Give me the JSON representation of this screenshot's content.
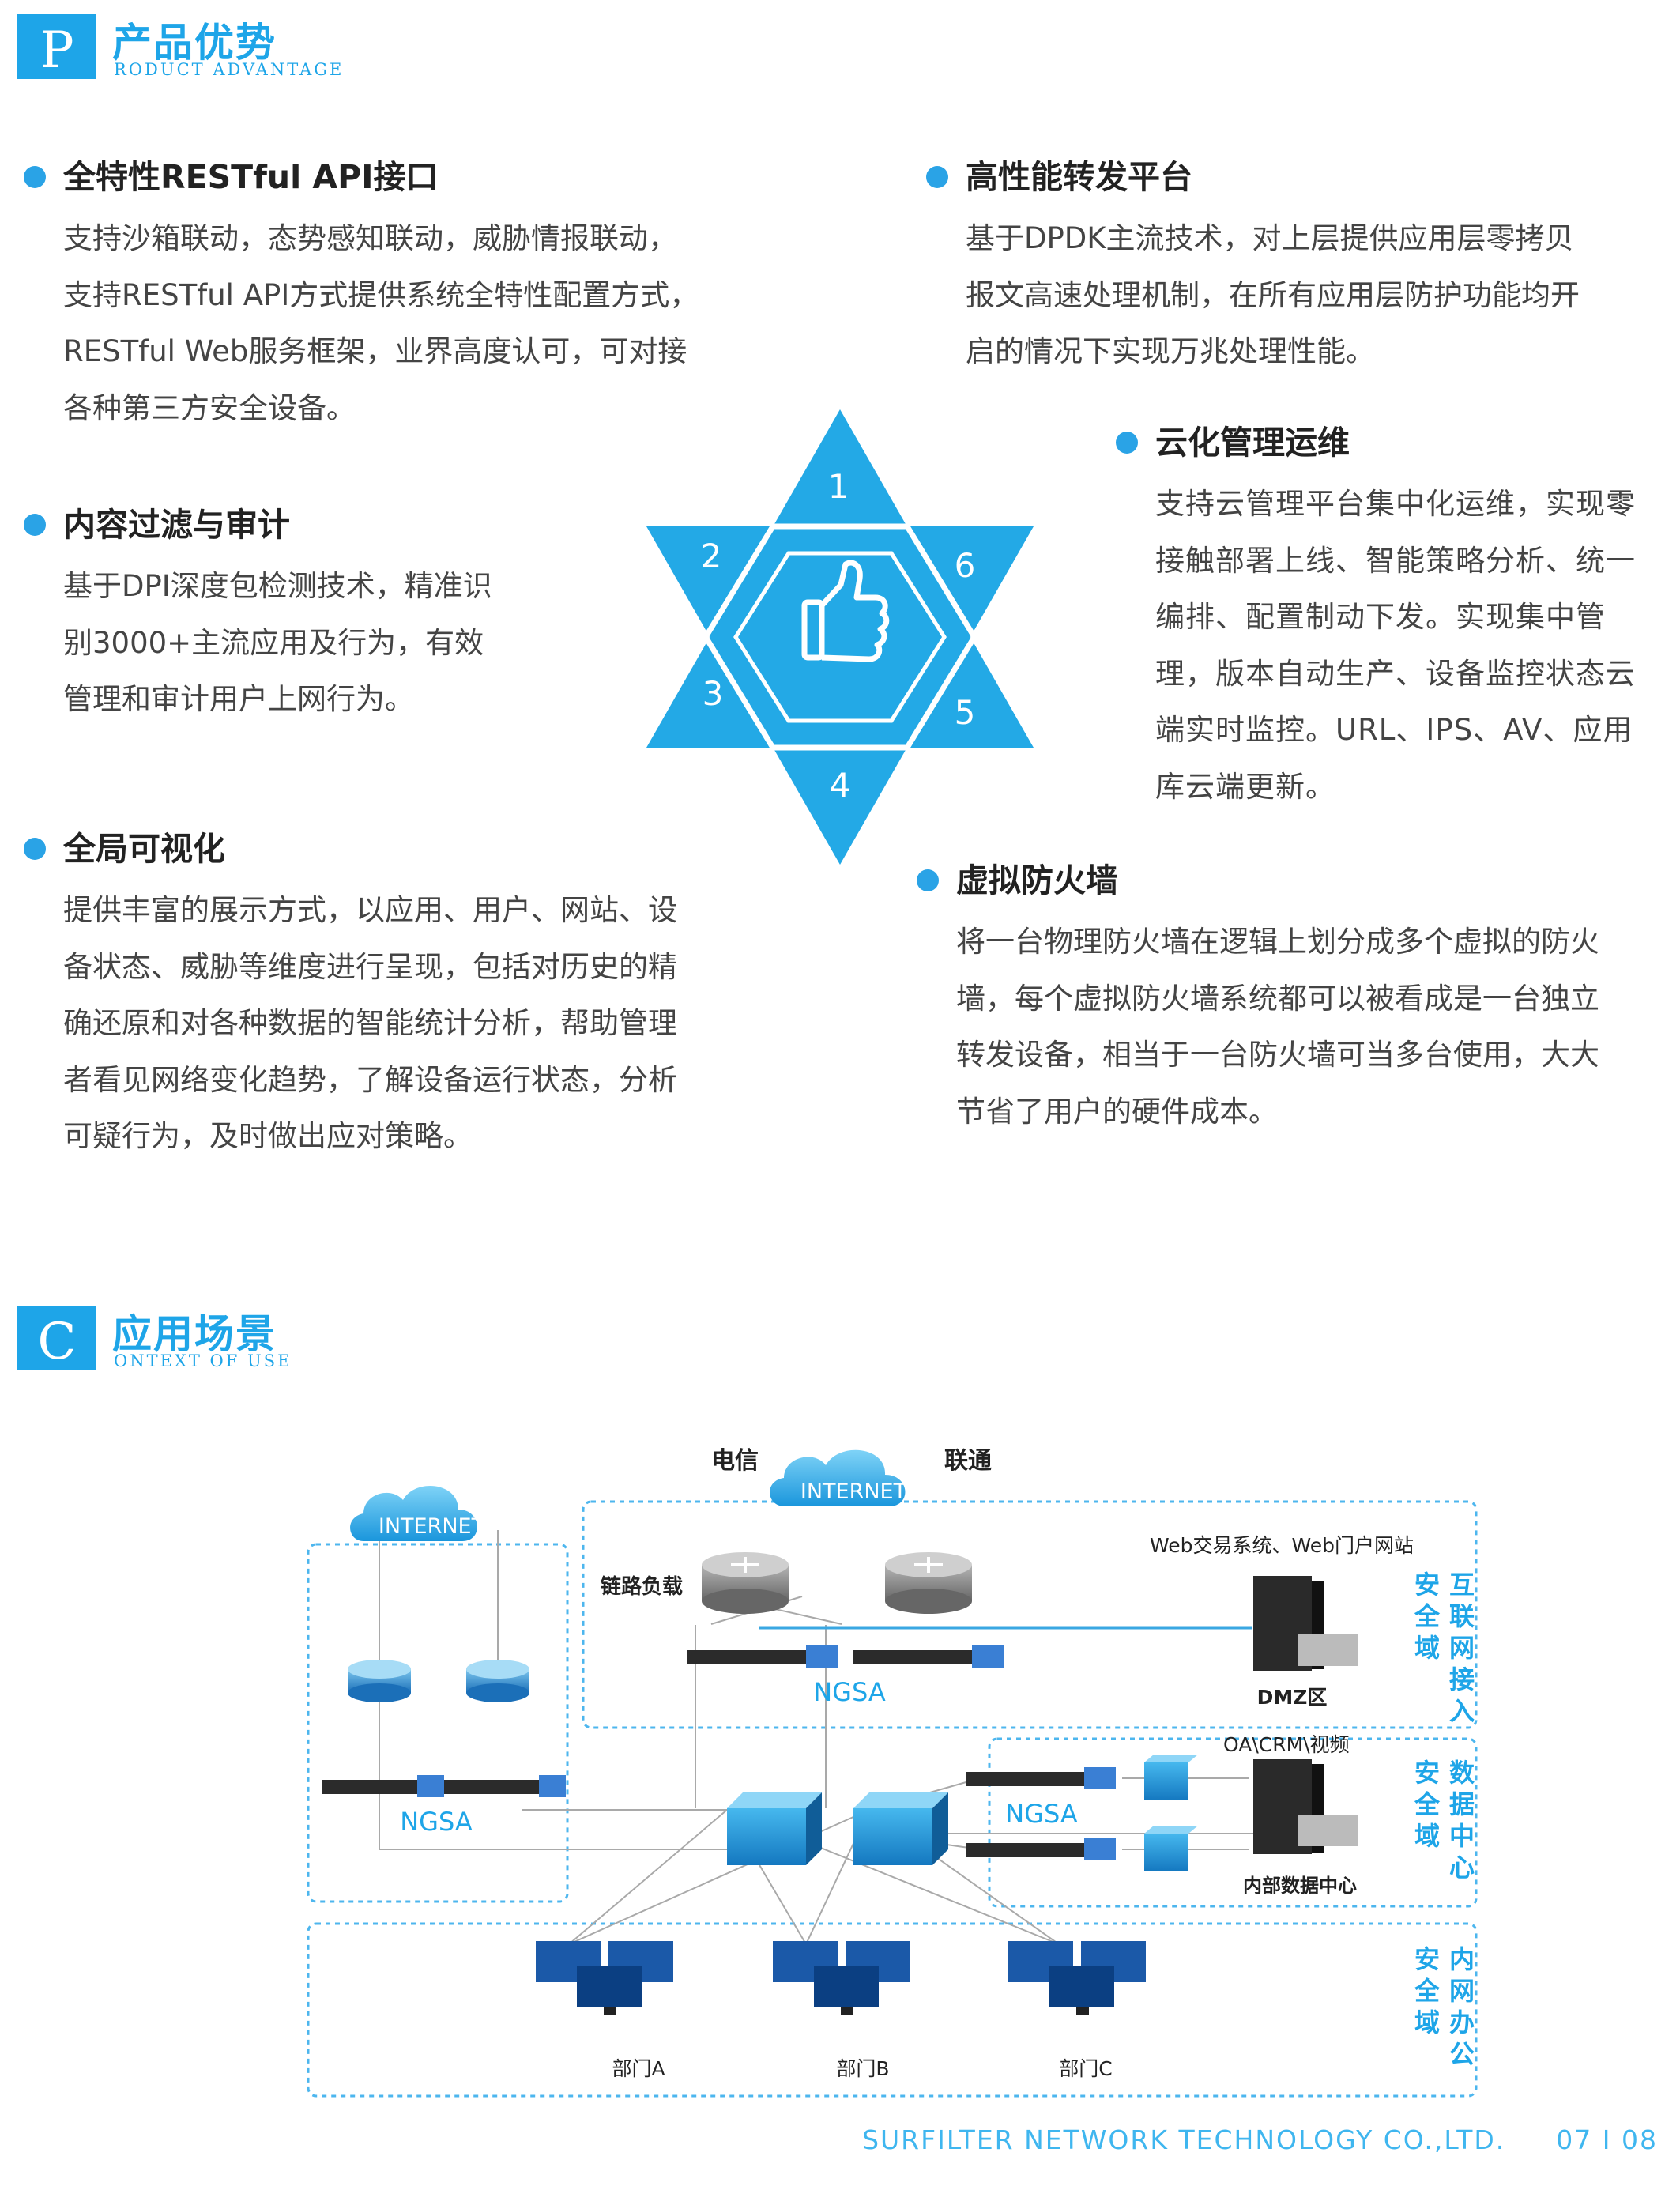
{
  "section1": {
    "letter": "P",
    "title": "产品优势",
    "subtitle": "RODUCT ADVANTAGE"
  },
  "section2": {
    "letter": "C",
    "title": "应用场景",
    "subtitle": "ONTEXT OF USE"
  },
  "features": {
    "restful": {
      "title": "全特性RESTful API接口",
      "lines": [
        "支持沙箱联动，态势感知联动，威胁情报联动，",
        "支持RESTful API方式提供系统全特性配置方式，",
        "RESTful Web服务框架，业界高度认可，可对接",
        "各种第三方安全设备。"
      ]
    },
    "filter": {
      "title": "内容过滤与审计",
      "lines": [
        "基于DPI深度包检测技术，精准识",
        "别3000+主流应用及行为，有效",
        "管理和审计用户上网行为。"
      ]
    },
    "visual": {
      "title": "全局可视化",
      "lines": [
        "提供丰富的展示方式，以应用、用户、网站、设",
        "备状态、威胁等维度进行呈现，包括对历史的精",
        "确还原和对各种数据的智能统计分析，帮助管理",
        "者看见网络变化趋势，了解设备运行状态，分析",
        "可疑行为，及时做出应对策略。"
      ]
    },
    "forward": {
      "title": "高性能转发平台",
      "lines": [
        "基于DPDK主流技术，对上层提供应用层零拷贝",
        "报文高速处理机制，在所有应用层防护功能均开",
        "启的情况下实现万兆处理性能。"
      ]
    },
    "cloud": {
      "title": "云化管理运维",
      "lines": [
        "支持云管理平台集中化运维，实现零",
        "接触部署上线、智能策略分析、统一",
        "编排、配置制动下发。实现集中管",
        "理，版本自动生产、设备监控状态云",
        "端实时监控。URL、IPS、AV、应用",
        "库云端更新。"
      ]
    },
    "vfw": {
      "title": "虚拟防火墙",
      "lines": [
        "将一台物理防火墙在逻辑上划分成多个虚拟的防火",
        "墙，每个虚拟防火墙系统都可以被看成是一台独立",
        "转发设备，相当于一台防火墙可当多台使用，大大",
        "节省了用户的硬件成本。"
      ]
    }
  },
  "star": {
    "numbers": [
      "1",
      "2",
      "3",
      "4",
      "5",
      "6"
    ],
    "icon": "thumbs-up-icon"
  },
  "diagram": {
    "internet": "INTERNET",
    "telecom": "电信",
    "unicom": "联通",
    "link_lb": "链路负载",
    "ngsa": "NGSA",
    "ngsa_tag": "NGSA",
    "web_sys": "Web交易系统、Web门户网站",
    "dmz": "DMZ区",
    "oa": "OA\\CRM\\视频",
    "internal_dc": "内部数据中心",
    "zone_internet": [
      "互",
      "联",
      "网",
      "接",
      "入"
    ],
    "zone_dc": [
      "数",
      "据",
      "中",
      "心"
    ],
    "zone_office": [
      "内",
      "网",
      "办",
      "公"
    ],
    "zone_safe": [
      "安",
      "全",
      "域"
    ],
    "dept_a": "部门A",
    "dept_b": "部门B",
    "dept_c": "部门C"
  },
  "footer": {
    "company": "SURFILTER NETWORK TECHNOLOGY CO.,LTD.",
    "pages": "07 I 08"
  },
  "colors": {
    "accent": "#1ea5e8",
    "star": "#23a9e6",
    "text": "#444444"
  }
}
